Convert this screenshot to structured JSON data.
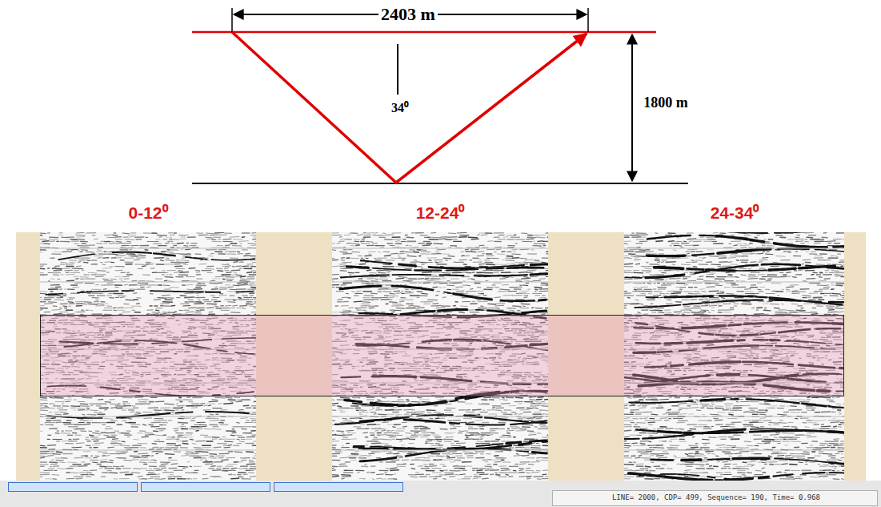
{
  "diagram": {
    "labels": [
      "2403 m",
      "1800 m",
      "34⁰",
      "0-12⁰",
      "12-24⁰",
      "24-34⁰",
      "LINE= 2000,  CDP= 499,  Sequence= 190,  Time= 0.968"
    ]
  }
}
